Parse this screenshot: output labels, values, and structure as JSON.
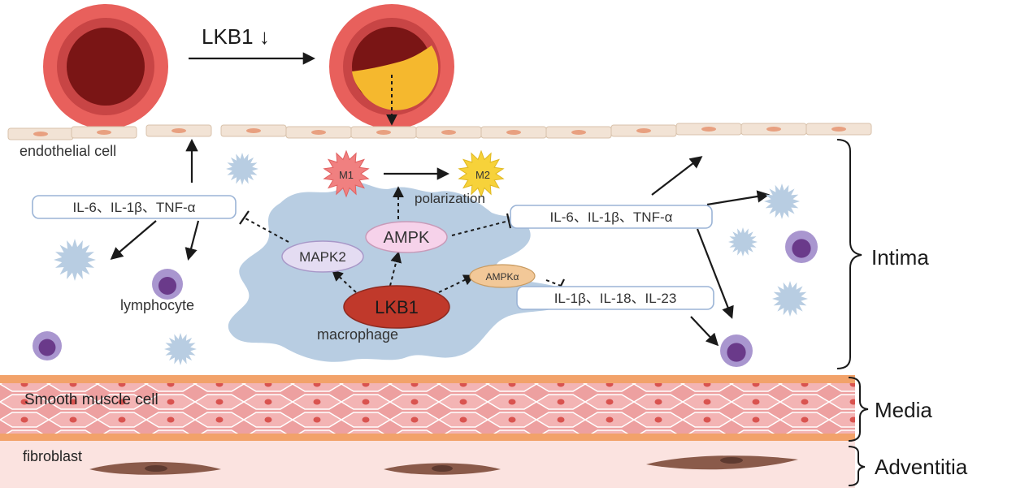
{
  "labels": {
    "lkb1_arrow": "LKB1 ↓",
    "endothelial_cell": "endothelial cell",
    "lymphocyte": "lymphocyte",
    "macrophage": "macrophage",
    "polarization": "polarization",
    "smooth_muscle_cell": "Smooth muscle cell",
    "fibroblast": "fibroblast",
    "intima": "Intima",
    "media": "Media",
    "adventitia": "Adventitia"
  },
  "nodes": {
    "m1": "M1",
    "m2": "M2",
    "ampk": "AMPK",
    "mapk2": "MAPK2",
    "lkb1": "LKB1",
    "ampka": "AMPKα"
  },
  "boxes": {
    "cytokines_left": "IL-6、IL-1β、TNF-α",
    "cytokines_right": "IL-6、IL-1β、TNF-α",
    "cytokines_lower": "IL-1β、IL-18、IL-23"
  },
  "colors": {
    "vessel_outer": "#e8605c",
    "vessel_lumen": "#7a1515",
    "plaque": "#f5b82e",
    "macrophage_body": "#b8cde2",
    "lkb1_node": "#c0392b",
    "ampk_node": "#f6d2ea",
    "mapk2_node": "#e4dcf2",
    "ampka_node": "#f2c898",
    "m1": "#f08080",
    "m2": "#f7d23a",
    "endothelium": "#f2e3d5",
    "smooth_muscle": "#e99a9a",
    "adventitia": "#fbe3e0",
    "cytokine_box_border": "#9bb4d6"
  }
}
